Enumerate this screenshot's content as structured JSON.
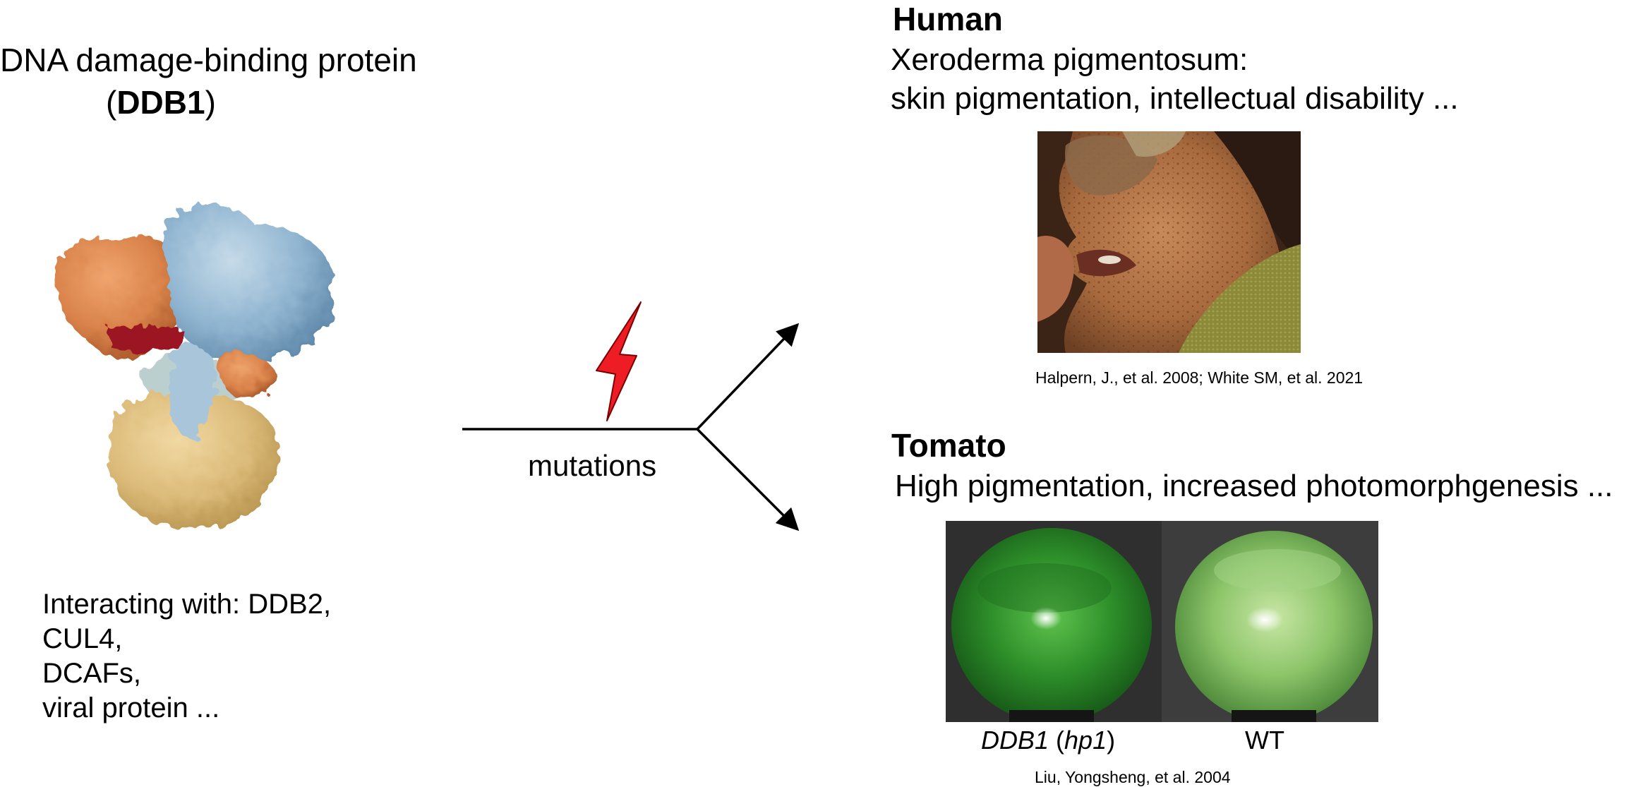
{
  "left": {
    "title_line1": "DNA damage-binding protein",
    "title_line2_open": "(",
    "title_line2_bold": "DDB1",
    "title_line2_close": ")",
    "interacting_lines": [
      "Interacting with: DDB2,",
      "CUL4,",
      "DCAFs,",
      "viral protein ..."
    ]
  },
  "center": {
    "mutations_label": "mutations",
    "lightning_color": "#ee1c24"
  },
  "human": {
    "heading": "Human",
    "desc_line1": "Xeroderma pigmentosum:",
    "desc_line2": "skin pigmentation, intellectual disability ...",
    "citation": "Halpern, J., et al. 2008; White SM, et al. 2021"
  },
  "tomato": {
    "heading": "Tomato",
    "desc": "High pigmentation, increased photomorphgenesis ...",
    "label_left_italic1": "DDB1",
    "label_left_mid": " (",
    "label_left_italic2": "hp1",
    "label_left_end": ")",
    "label_right": "WT",
    "citation": "Liu, Yongsheng, et al. 2004"
  },
  "colors": {
    "protein_orange": "#d9824a",
    "protein_blue": "#8fb4d0",
    "protein_red": "#9b1422",
    "protein_tan": "#dcbb7a",
    "tomato_dark_green": "#2e8f2a",
    "tomato_light_green": "#8dc56a"
  }
}
